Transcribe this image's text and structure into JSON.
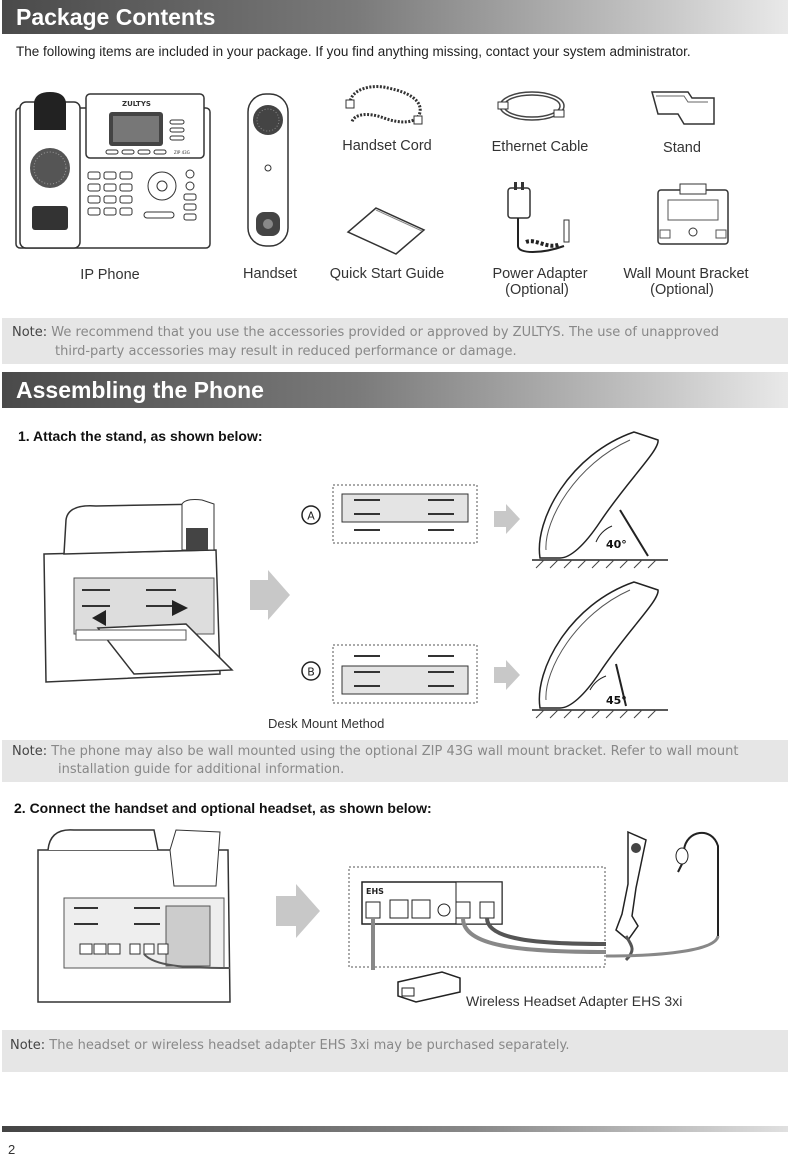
{
  "sections": {
    "package_title": "Package Contents",
    "assembly_title": "Assembling the Phone"
  },
  "intro": "The following items are included in your package. If you find anything missing, contact your system administrator.",
  "items": {
    "ip_phone": "IP Phone",
    "handset": "Handset",
    "handset_cord": "Handset Cord",
    "ethernet_cable": "Ethernet Cable",
    "stand": "Stand",
    "quick_start_guide": "Quick Start Guide",
    "power_adapter": "Power Adapter",
    "power_adapter_note": "(Optional)",
    "wall_mount_bracket": "Wall Mount Bracket",
    "wall_mount_note": "(Optional)"
  },
  "phone_brand": "ZULTYS",
  "phone_model": "ZIP 43G",
  "note_label": "Note:",
  "note1": "We recommend that you use the accessories provided or approved by ZULTYS. The use of unapproved",
  "note1_line2": "third-party accessories may result in reduced performance or damage.",
  "step1": "1. Attach the stand, as shown below:",
  "option_a": "A",
  "option_b": "B",
  "angle_a": "40°",
  "angle_b": "45°",
  "desk_mount": "Desk Mount Method",
  "note2": "The phone may also be wall mounted using the optional ZIP 43G wall mount bracket. Refer to wall mount",
  "note2_line2": "installation guide for additional information.",
  "step2": "2. Connect the handset and optional headset, as shown below:",
  "ehs_port": "EHS",
  "wireless_adapter": "Wireless Headset Adapter EHS 3xi",
  "note3": "The headset or wireless headset adapter EHS 3xi may be purchased separately.",
  "page_number": "2"
}
